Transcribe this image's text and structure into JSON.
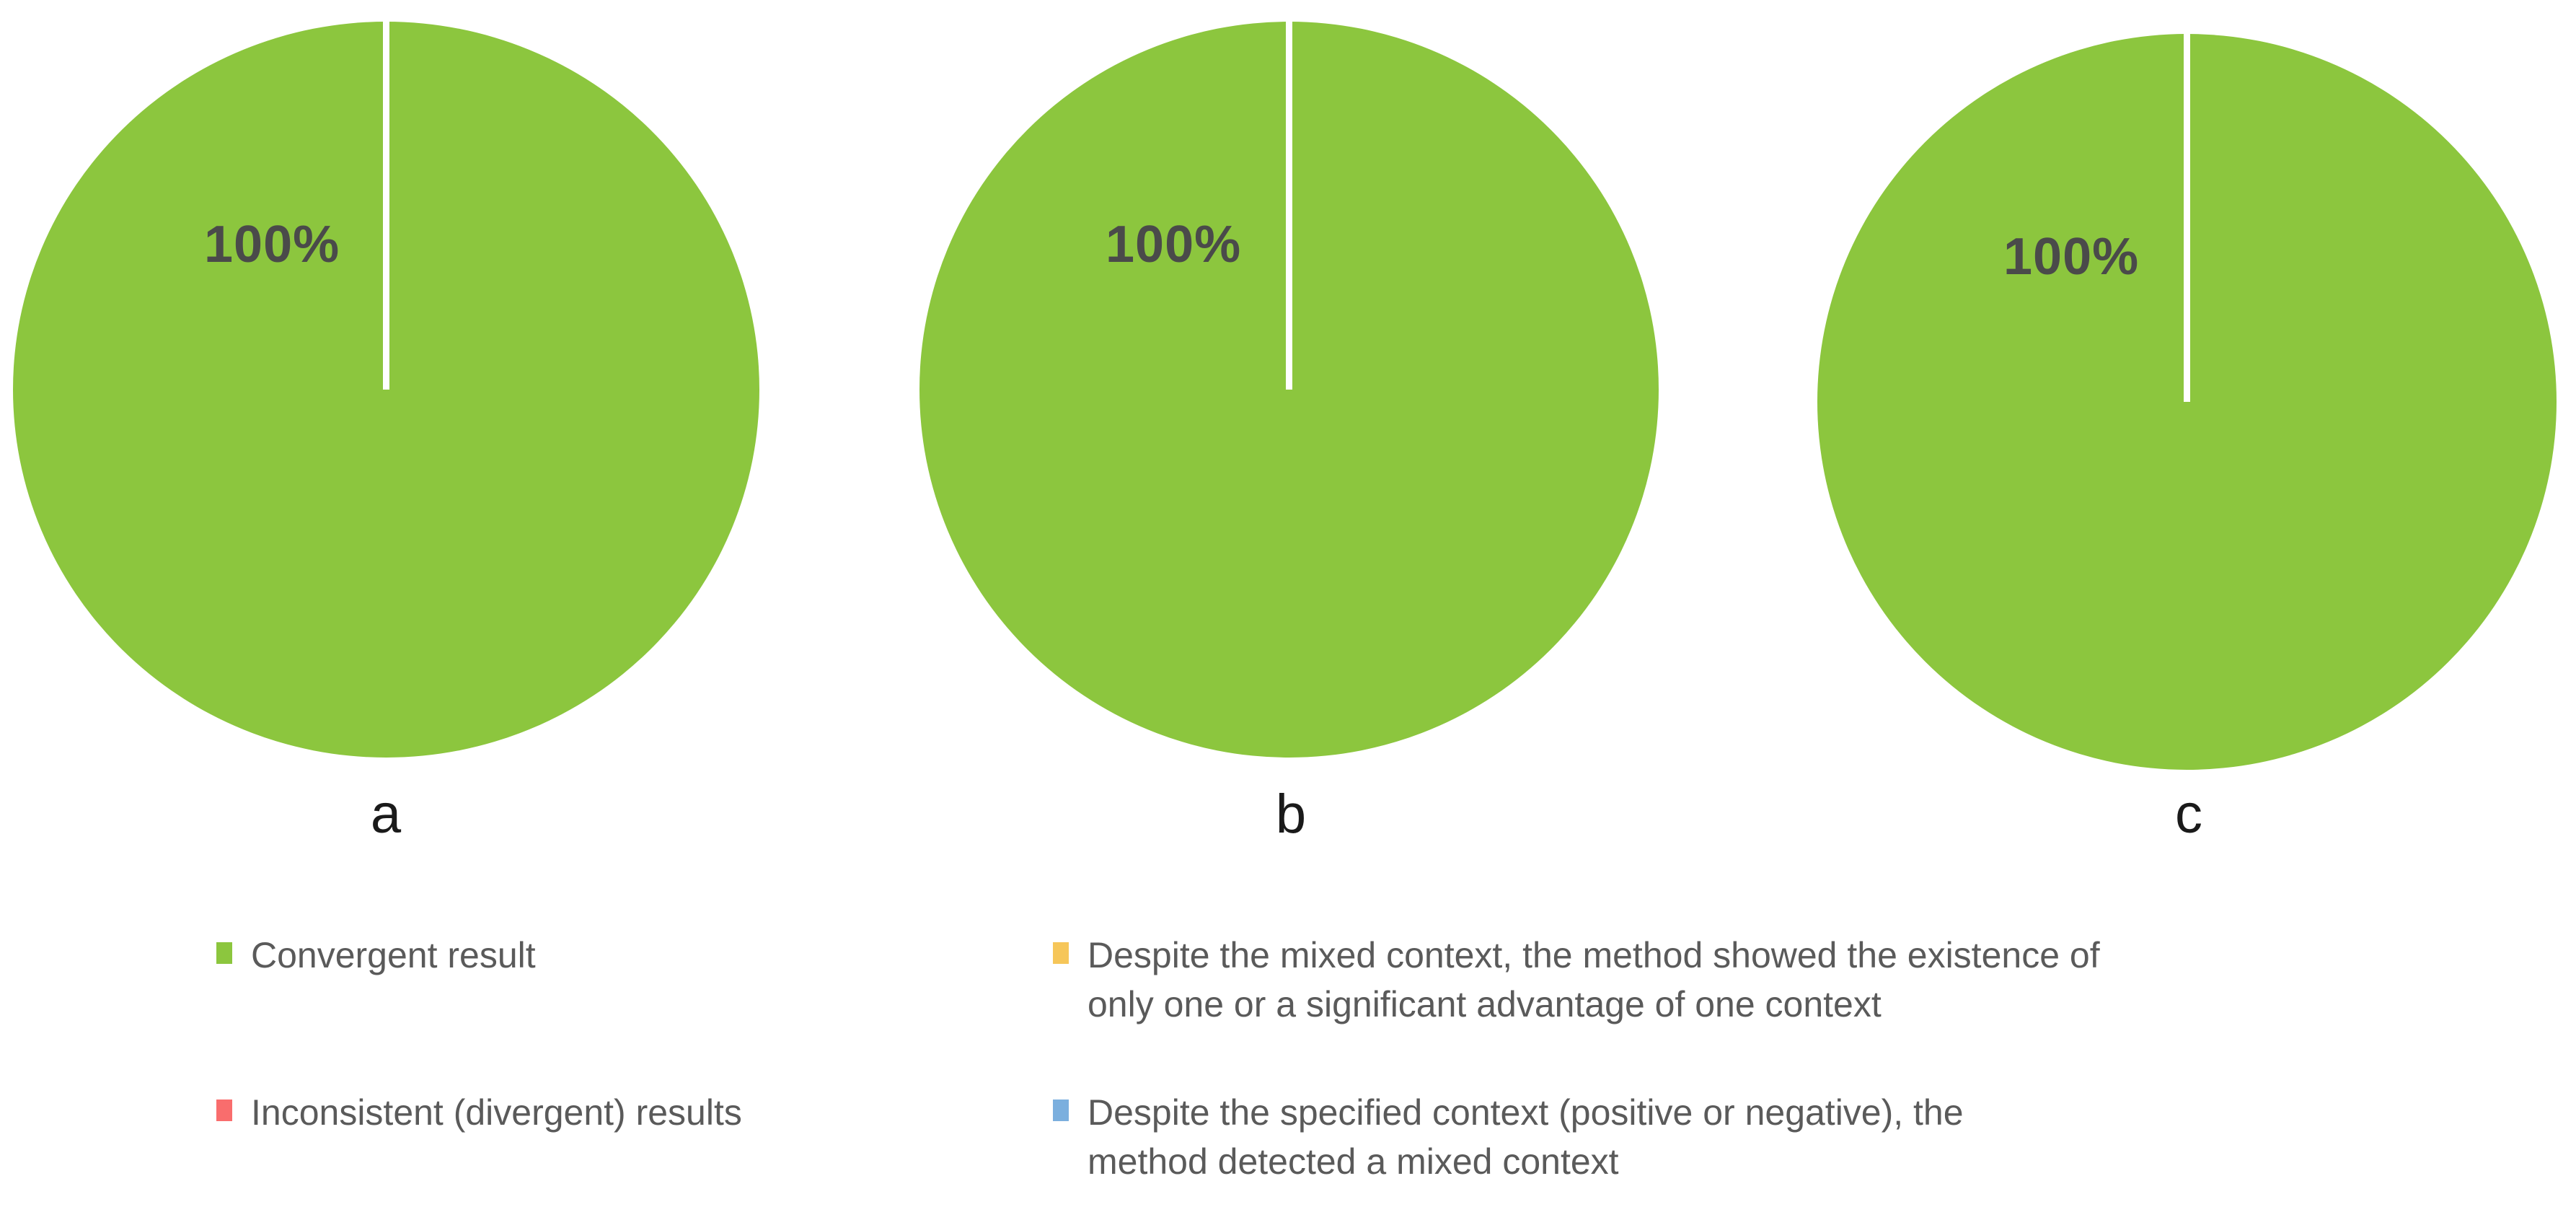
{
  "chart_data": {
    "type": "pie",
    "title": "",
    "panels": [
      {
        "caption": "a",
        "categories": [
          "Convergent result",
          "Inconsistent (divergent) results",
          "Despite the mixed context, the method showed the existence of only one or a significant advantage of one context",
          "Despite the specified context (positive or negative), the method detected a mixed context"
        ],
        "values": [
          100,
          0,
          0,
          0
        ],
        "value_label": "100%"
      },
      {
        "caption": "b",
        "categories": [
          "Convergent result",
          "Inconsistent (divergent) results",
          "Despite the mixed context, the method showed the existence of only one or a significant advantage of one context",
          "Despite the specified context (positive or negative), the method detected a mixed context"
        ],
        "values": [
          100,
          0,
          0,
          0
        ],
        "value_label": "100%"
      },
      {
        "caption": "c",
        "categories": [
          "Convergent result",
          "Inconsistent (divergent) results",
          "Despite the mixed context, the method showed the existence of only one or a significant advantage of one context",
          "Despite the specified context (positive or negative), the method detected a mixed context"
        ],
        "values": [
          100,
          0,
          0,
          0
        ],
        "value_label": "100%"
      }
    ],
    "legend": {
      "position": "bottom",
      "entries": [
        {
          "label": "Convergent result",
          "color": "#8CC63E"
        },
        {
          "label": "Inconsistent (divergent) results",
          "color": "#F96D6D"
        },
        {
          "label": "Despite the mixed context, the method showed the existence of\nonly one or a significant advantage of one context",
          "color": "#F6C659"
        },
        {
          "label": "Despite the specified context (positive or negative), the\n method detected a mixed context",
          "color": "#7BAFDE"
        }
      ]
    },
    "colors": {
      "convergent": "#8CC63E",
      "inconsistent": "#F96D6D",
      "mixed_context": "#F6C659",
      "specified_context": "#7BAFDE",
      "value_text": "#4a4a4a",
      "legend_text": "#5a5a5a",
      "caption_text": "#1a1a1a",
      "background": "#ffffff"
    }
  },
  "panels": {
    "a": {
      "caption": "a",
      "value_label": "100%"
    },
    "b": {
      "caption": "b",
      "value_label": "100%"
    },
    "c": {
      "caption": "c",
      "value_label": "100%"
    }
  },
  "legend": {
    "entry_1": "Convergent result",
    "entry_2": "Inconsistent (divergent) results",
    "entry_3": "Despite the mixed context, the method showed the existence of\nonly one or a significant advantage of one context",
    "entry_4": "Despite the specified context (positive or negative), the\n method detected a mixed context"
  }
}
